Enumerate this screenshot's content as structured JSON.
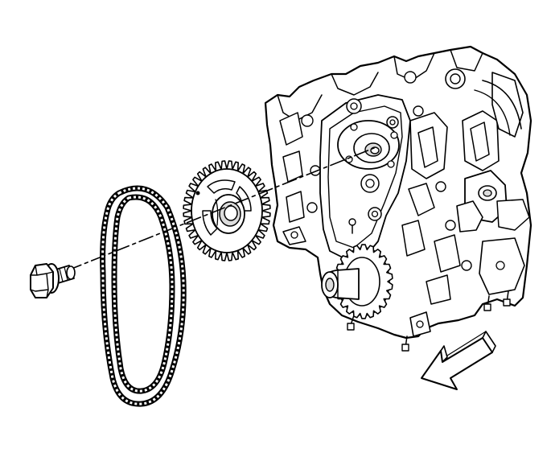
{
  "figure": {
    "parts": [
      "engine-block",
      "camshaft-sprocket",
      "timing-chain",
      "sprocket-bolt",
      "crankshaft-sprocket",
      "front-direction-arrow"
    ],
    "icons": {
      "direction": "arrow-down-left-icon"
    },
    "colors": {
      "line": "#000000",
      "background": "#ffffff",
      "shade": "#dcdcdc"
    }
  }
}
